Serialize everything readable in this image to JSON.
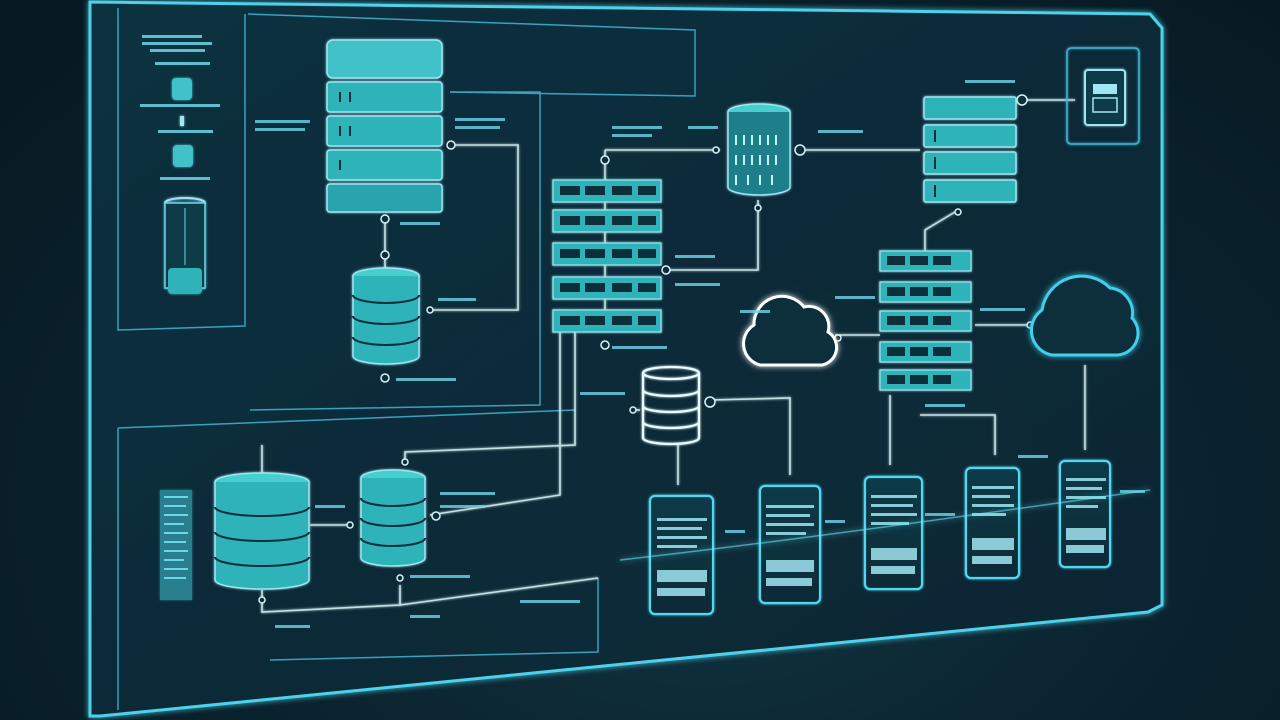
{
  "diagram": {
    "colors": {
      "background": "#0a2330",
      "panel_fill": "#0c2d3b",
      "glow": "#4fd8f2",
      "node_fill": "#2fb3b8",
      "node_fill_light": "#46cfd0",
      "line": "#d9f4f8",
      "text": "#9fe6f2"
    },
    "nodes": [
      {
        "id": "legend-db-icon",
        "kind": "database"
      },
      {
        "id": "legend-cylinder-icon",
        "kind": "cylinder"
      },
      {
        "id": "server-stack-a",
        "kind": "server-stack"
      },
      {
        "id": "database-a",
        "kind": "database"
      },
      {
        "id": "rack-b",
        "kind": "rack"
      },
      {
        "id": "database-c",
        "kind": "database"
      },
      {
        "id": "server-stack-d",
        "kind": "server-stack"
      },
      {
        "id": "device-icon",
        "kind": "tablet"
      },
      {
        "id": "cloud-left",
        "kind": "cloud"
      },
      {
        "id": "rack-e",
        "kind": "rack"
      },
      {
        "id": "cloud-right",
        "kind": "cloud"
      },
      {
        "id": "database-f",
        "kind": "database"
      },
      {
        "id": "database-g",
        "kind": "database"
      },
      {
        "id": "database-h",
        "kind": "database"
      },
      {
        "id": "screen-1",
        "kind": "screen"
      },
      {
        "id": "screen-2",
        "kind": "screen"
      },
      {
        "id": "screen-3",
        "kind": "screen"
      },
      {
        "id": "screen-4",
        "kind": "screen"
      },
      {
        "id": "screen-5",
        "kind": "screen"
      }
    ]
  }
}
